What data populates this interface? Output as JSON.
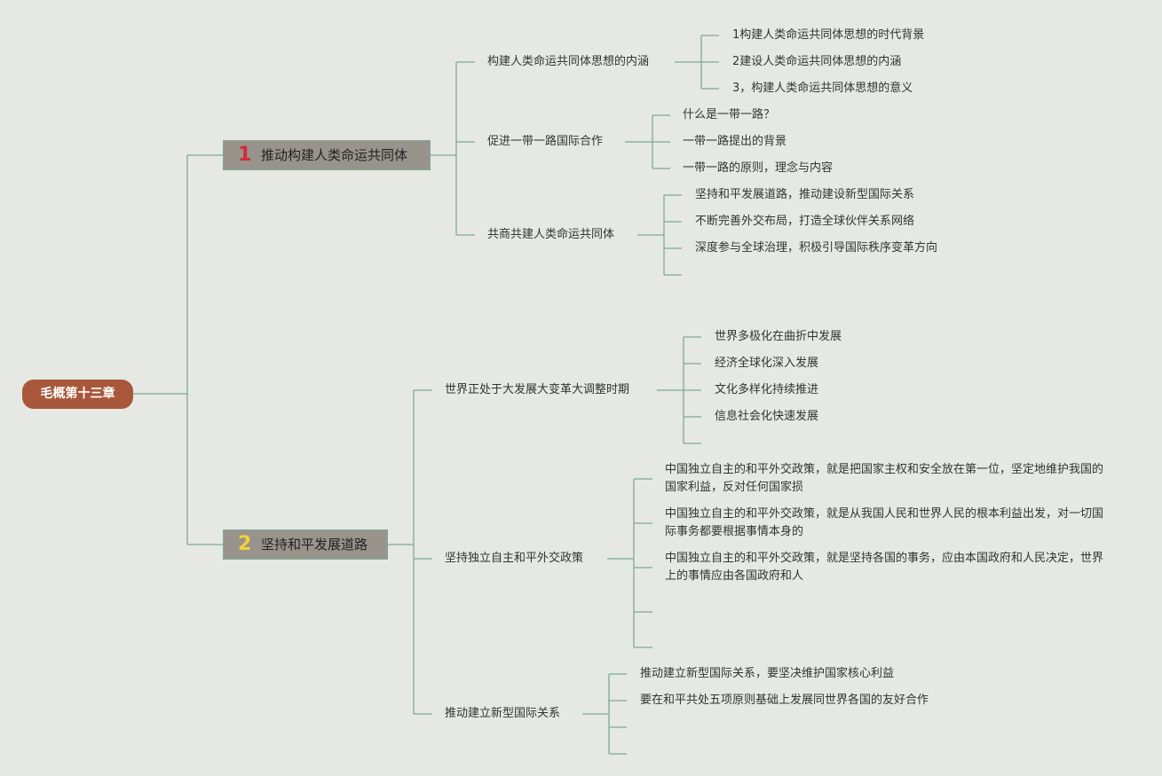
{
  "root": "毛概第十三章",
  "colors": {
    "background": "#e6e8e3",
    "root": "#a8573a",
    "branch": "#98948c",
    "line": "#7da994",
    "num1": "#d8263a",
    "num2": "#f2d23a"
  },
  "branches": [
    {
      "num": "1",
      "label": "推动构建人类命运共同体",
      "children": [
        {
          "label": "构建人类命运共同体思想的内涵",
          "items": [
            "1构建人类命运共同体思想的时代背景",
            "2建设人类命运共同体思想的内涵",
            "3，构建人类命运共同体思想的意义"
          ]
        },
        {
          "label": "促进一带一路国际合作",
          "items": [
            "什么是一带一路？",
            "一带一路提出的背景",
            "一带一路的原则，理念与内容"
          ]
        },
        {
          "label": "共商共建人类命运共同体",
          "items": [
            "坚持和平发展道路，推动建设新型国际关系",
            "不断完善外交布局，打造全球伙伴关系网络",
            "深度参与全球治理，积极引导国际秩序变革方向"
          ]
        }
      ]
    },
    {
      "num": "2",
      "label": "坚持和平发展道路",
      "children": [
        {
          "label": "世界正处于大发展大变革大调整时期",
          "items": [
            "世界多极化在曲折中发展",
            "经济全球化深入发展",
            "文化多样化持续推进",
            "信息社会化快速发展"
          ]
        },
        {
          "label": "坚持独立自主和平外交政策",
          "items": [
            "中国独立自主的和平外交政策，就是把国家主权和安全放在第一位，坚定地维护我国的国家利益，反对任何国家损",
            "中国独立自主的和平外交政策，就是从我国人民和世界人民的根本利益出发，对一切国际事务都要根据事情本身的",
            "中国独立自主的和平外交政策，就是坚持各国的事务，应由本国政府和人民决定，世界上的事情应由各国政府和人"
          ]
        },
        {
          "label": "推动建立新型国际关系",
          "items": [
            "推动建立新型国际关系，要坚决维护国家核心利益",
            "要在和平共处五项原则基础上发展同世界各国的友好合作"
          ]
        }
      ]
    }
  ]
}
